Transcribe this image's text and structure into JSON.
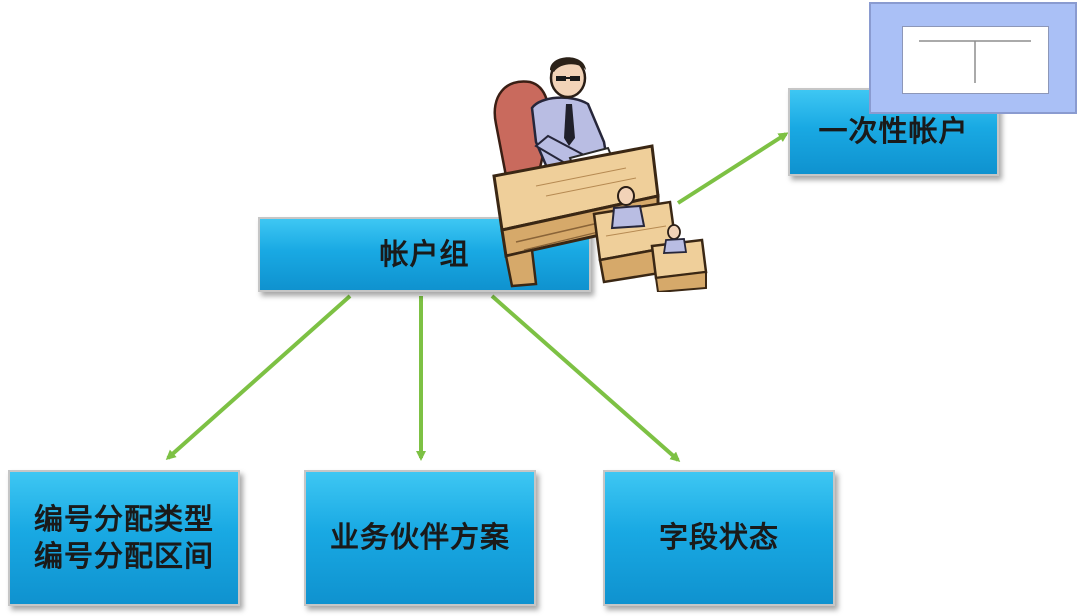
{
  "nodes": {
    "account_group": "帐户组",
    "one_time_account": "一次性帐户",
    "numbering_type": "编号分配类型",
    "numbering_range": "编号分配区间",
    "bp_scheme": "业务伙伴方案",
    "field_status": "字段状态"
  },
  "colors": {
    "box_fill": "#19a9e3",
    "arrow": "#7dc144",
    "preview_frame": "#aac0f6"
  },
  "icons": {
    "clipart": "office-worker-at-desk-icon",
    "preview": "slide-thumbnail-icon"
  }
}
